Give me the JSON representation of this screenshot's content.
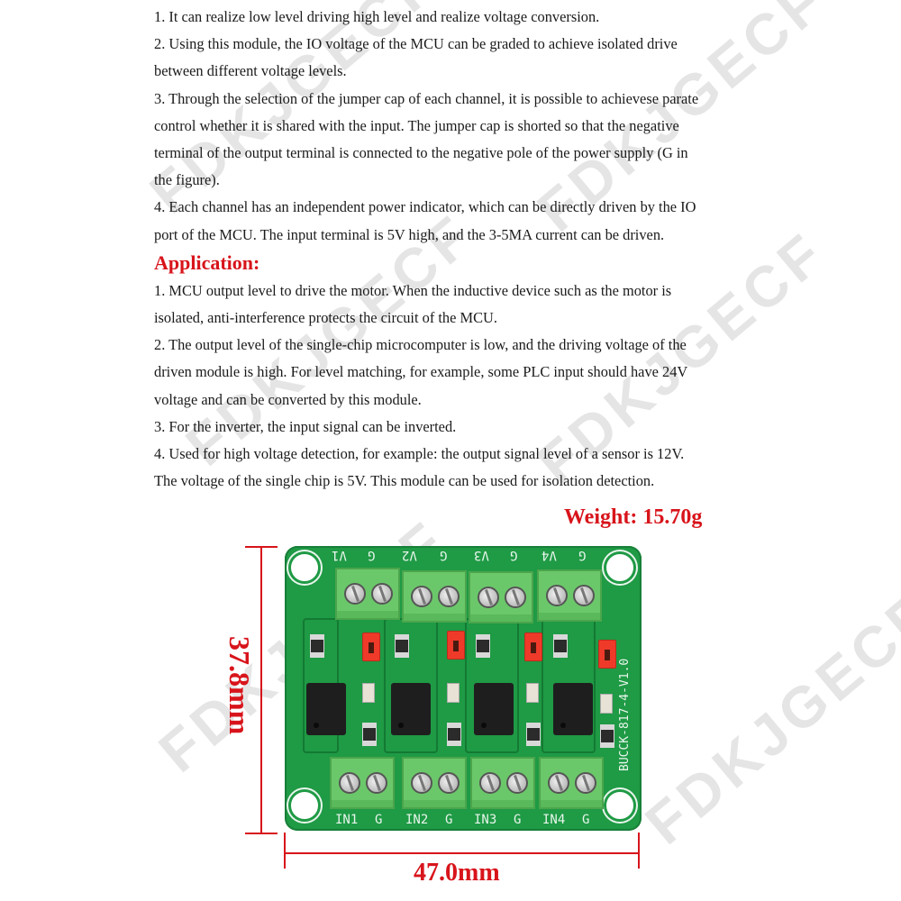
{
  "features": {
    "lines": [
      "1. It can realize low level driving high level and realize voltage conversion.",
      "2. Using this module, the IO voltage of the MCU can be graded to achieve isolated drive",
      "between different voltage levels.",
      "3. Through the selection of the jumper cap of each channel, it is possible to achievese parate",
      "control whether it is shared with the input. The jumper cap is shorted so that the negative",
      "terminal of the output terminal is connected to the negative pole of the power supply (G in",
      "the figure).",
      "4. Each channel has an independent power indicator, which can be directly driven by the IO",
      "port of the MCU. The input terminal is 5V high, and the 3-5MA current can be driven."
    ]
  },
  "application": {
    "heading": "Application:",
    "lines": [
      "1. MCU output level to drive the motor. When the inductive device such as the motor is",
      "isolated, anti-interference protects the circuit of the MCU.",
      "2. The output level of the single-chip microcomputer is low, and the driving voltage of the",
      "driven module is high. For level matching, for example, some PLC input should have 24V",
      "voltage and can be converted by this module.",
      "3. For the inverter, the input signal can be inverted.",
      "4. Used for high voltage detection, for example: the output signal level of a sensor is 12V.",
      "The voltage of the single chip is 5V. This module can be used for isolation detection."
    ]
  },
  "weight": "Weight: 15.70g",
  "dimensions": {
    "height": "37.8mm",
    "width": "47.0mm"
  },
  "pcb": {
    "board_label": "BUCCK-817-4-V1.0",
    "top_labels": [
      "V1",
      "G",
      "V2",
      "G",
      "V3",
      "G",
      "V4",
      "G"
    ],
    "bottom_labels": [
      "IN1",
      "G",
      "IN2",
      "G",
      "IN3",
      "G",
      "IN4",
      "G"
    ]
  },
  "watermark": "FDKJGECF",
  "colors": {
    "accent_red": "#d8141b",
    "pcb_green": "#1f9a45",
    "terminal_green": "#6bc86a",
    "jumper_red": "#ef3a2a"
  }
}
